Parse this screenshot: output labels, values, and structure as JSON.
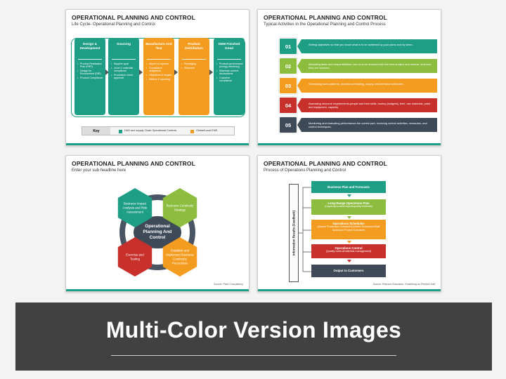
{
  "slides": [
    {
      "title": "OPERATIONAL PLANNING AND CONTROL",
      "subtitle": "Life Cycle- Operational Planning and Control",
      "columns": [
        {
          "header": "Design & Development",
          "color": "#1f9e86",
          "items": [
            "Product Realization Plan (PRP)",
            "Design for Environment (DfE)",
            "Product Compliance"
          ]
        },
        {
          "header": "Sourcing",
          "color": "#1f9e86",
          "items": [
            "Supplier qual",
            "Level 1 materials compliance",
            "Production chem. approval"
          ]
        },
        {
          "header": "Manufacture And Test",
          "color": "#f39c1f",
          "items": [
            "Aspect & impacts",
            "Compliance obligations",
            "Objectives & targets",
            "Metrics & reporting"
          ]
        },
        {
          "header": "Product Distribution",
          "color": "#f39c1f",
          "items": [
            "Packaging",
            "Shipment"
          ]
        },
        {
          "header": "OEM Finished Good",
          "color": "#1f9e86",
          "items": [
            "Product performance (energy efficiency)",
            "Materials content declarations",
            "Customer compliance"
          ]
        }
      ],
      "key": {
        "label": "Key",
        "items": [
          {
            "text": "D&D and supply Chain Operational Controls",
            "color": "#1f9e86"
          },
          {
            "text": "Global/Local EMS",
            "color": "#f39c1f"
          }
        ]
      }
    },
    {
      "title": "OPERATIONAL PLANNING AND CONTROL",
      "subtitle": "Typical Activities in the Operational Planning and Control Process",
      "rows": [
        {
          "num": "01",
          "color": "#1f9e86",
          "text": "Setting objectives so that you know what is to be achieved by your plans and by when."
        },
        {
          "num": "02",
          "color": "#8cbd3f",
          "text": "Allocating tasks and responsibilities: who is to be involved with the new product and service, and how they are involved."
        },
        {
          "num": "03",
          "color": "#f39c1f",
          "text": "Scheduling work patterns, process scheduling, supply, and demand schedules."
        },
        {
          "num": "04",
          "color": "#c8302c",
          "text": "Assessing resource requirements-people and their skills, money (budgets), time, raw materials, plant and equipment, capacity"
        },
        {
          "num": "05",
          "color": "#3e4a58",
          "text": "Monitoring and evaluating performance-the control part, involving control activities, measures, and control techniques."
        }
      ]
    },
    {
      "title": "OPERATIONAL PLANNING AND CONTROL",
      "subtitle": "Enter your sub headline here",
      "center": [
        "Operational",
        "Planning And",
        "Control"
      ],
      "hexes": [
        {
          "lines": [
            "Business Impact",
            "Analysis and Risk",
            "Assessment"
          ],
          "color": "#1f9e86"
        },
        {
          "lines": [
            "Business Continuity",
            "Strategy"
          ],
          "color": "#8cbd3f"
        },
        {
          "lines": [
            "Exercise and",
            "Testing"
          ],
          "color": "#c8302c"
        },
        {
          "lines": [
            "Establish and",
            "Implement Business",
            "Continuity",
            "Procedures"
          ],
          "color": "#f39c1f"
        }
      ],
      "source": "Source: Pixel Consultancy"
    },
    {
      "title": "OPERATIONAL PLANNING AND CONTROL",
      "subtitle": "Process of Operations Planning and Control",
      "feedback": "Information Results (Feedback)",
      "steps": [
        {
          "line1": "Business Plan and Forecasts",
          "line2": "",
          "color": "#1f9e86"
        },
        {
          "line1": "Long-Range Operations Plan",
          "line2": "(Capacity/location/layout/quality/methods)",
          "color": "#8cbd3f"
        },
        {
          "line1": "Operations Schedules",
          "line2": "(Master Production Schedule/Detailed Schedules/Staff Schedule/ Project Schedule)",
          "color": "#f39c1f"
        },
        {
          "line1": "Operations Control",
          "line2": "(Quality control/materials management)",
          "color": "#c8302c"
        },
        {
          "line1": "Output to Customers",
          "line2": "",
          "color": "#3e4a58"
        }
      ],
      "source": "Source: Pearson Education, Publishing as Prentice Hall"
    }
  ],
  "banner": {
    "text": "Multi-Color Version Images"
  }
}
